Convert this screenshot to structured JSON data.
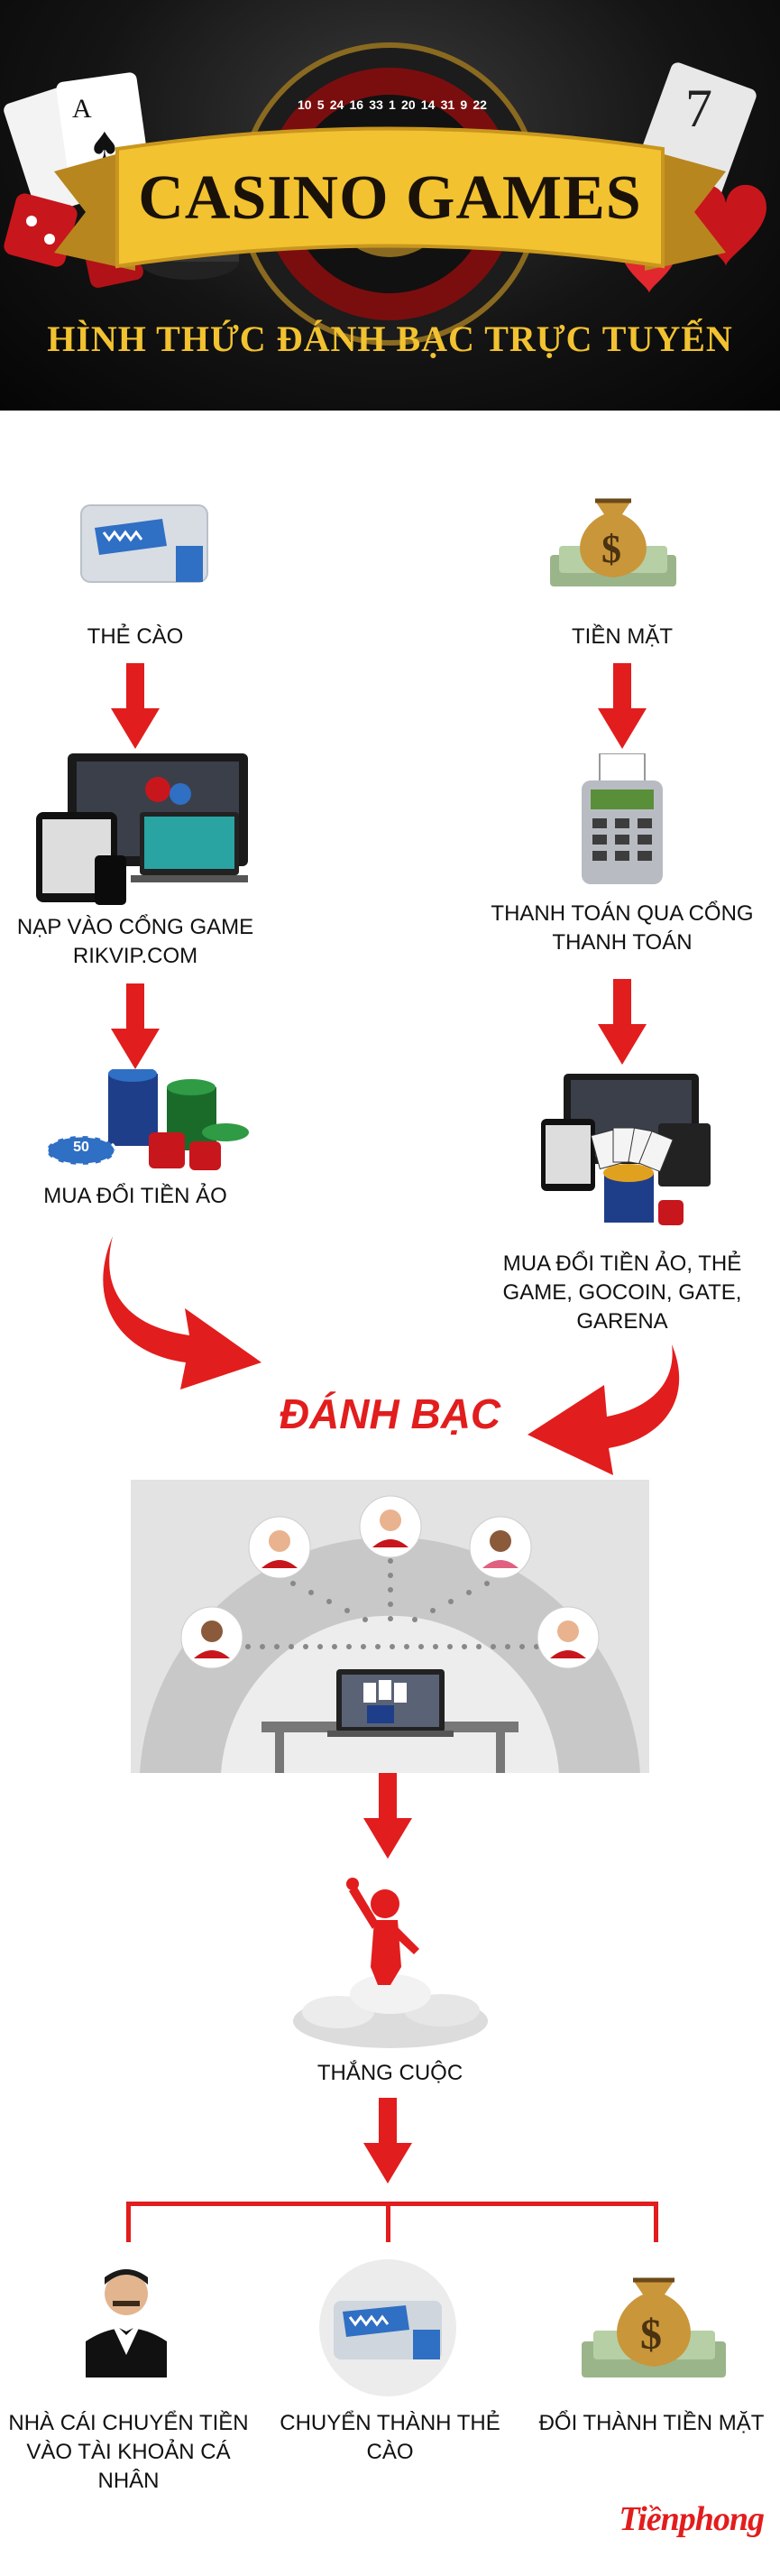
{
  "header": {
    "title": "CASINO GAMES",
    "subtitle": "HÌNH THỨC ĐÁNH BẠC TRỰC TUYẾN",
    "roulette_numbers": [
      "10",
      "5",
      "24",
      "16",
      "33",
      "1",
      "20",
      "14",
      "31",
      "9",
      "22"
    ]
  },
  "left_column": {
    "step1": "THẺ CÀO",
    "step2_line1": "NẠP VÀO CỔNG GAME",
    "step2_line2": "RIKVIP.COM",
    "step3": "MUA ĐỔI TIỀN ẢO",
    "chip_value": "50"
  },
  "right_column": {
    "step1": "TIỀN MẶT",
    "step2_line1": "THANH TOÁN QUA CỔNG",
    "step2_line2": "THANH TOÁN",
    "step3_line1": "MUA ĐỔI TIỀN ẢO, THẺ",
    "step3_line2": "GAME, GOCOIN, GATE,",
    "step3_line3": "GARENA"
  },
  "center": {
    "gambling": "ĐÁNH BẠC",
    "win": "THẮNG CUỘC"
  },
  "outcomes": {
    "o1_line1": "NHÀ CÁI CHUYỂN TIỀN",
    "o1_line2": "VÀO TÀI KHOẢN CÁ",
    "o1_line3": "NHÂN",
    "o2": "CHUYỂN THÀNH THẺ CÀO",
    "o3": "ĐỔI THÀNH TIỀN MẶT"
  },
  "brand": "Tiềnphong",
  "colors": {
    "accent_red": "#e21d1d",
    "gold": "#f2c230",
    "dark": "#111111",
    "panel_gray": "#d9d9d9"
  }
}
